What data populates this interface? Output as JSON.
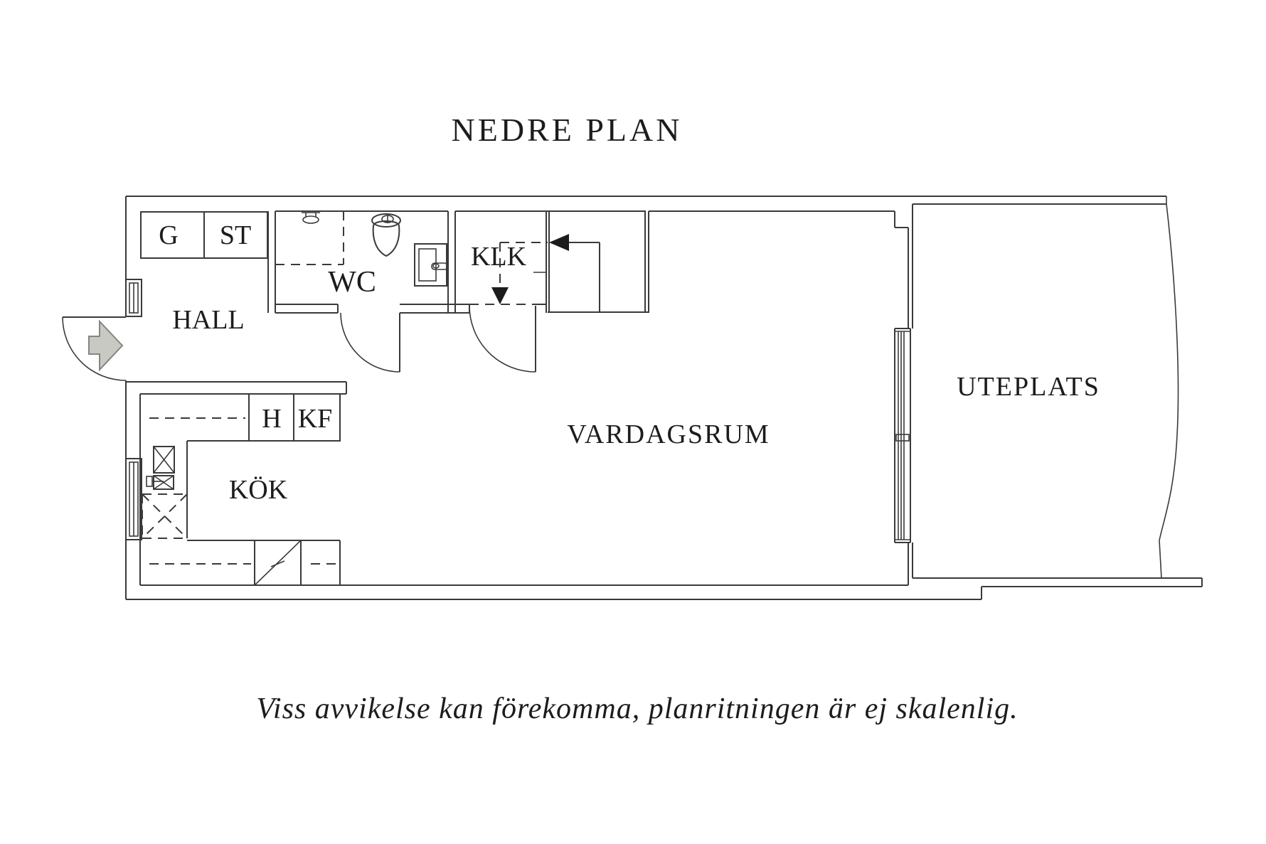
{
  "title": "NEDRE PLAN",
  "disclaimer": "Viss avvikelse kan förekomma, planritningen är ej skalenlig.",
  "rooms": {
    "hall": "HALL",
    "wc": "WC",
    "klk": "KLK",
    "vardagsrum": "VARDAGSRUM",
    "kok": "KÖK",
    "uteplats": "UTEPLATS"
  },
  "closets": {
    "g": "G",
    "st": "ST",
    "h": "H",
    "kf": "KF"
  },
  "icons": {
    "entrance_arrow": "right-arrow",
    "stair_up_arrow": "left-triangle",
    "stair_down_arrow": "down-triangle",
    "shower": "shower-head",
    "toilet": "toilet",
    "wc_sink": "washbasin",
    "stove": "crossed-square",
    "kitchen_sink": "crossed-square-with-tap",
    "dishwasher": "diagonal-square",
    "windows": "double-line-window"
  },
  "colors": {
    "background": "#ffffff",
    "line": "#3a3a3a",
    "text": "#1c1c1c",
    "arrow_fill": "#c9c9c4",
    "arrow_stroke": "#85857f"
  }
}
